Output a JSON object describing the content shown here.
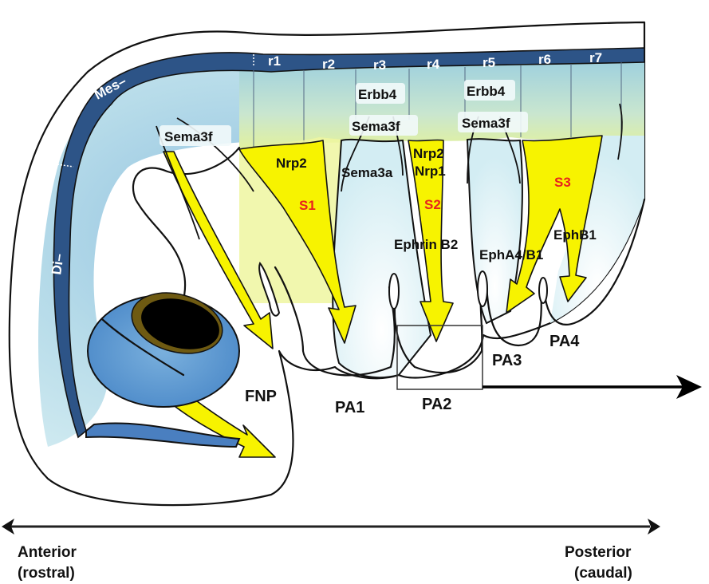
{
  "figure": {
    "type": "embryo-neural-crest-migration-diagram",
    "colors": {
      "tissue_light": "#d9f0f4",
      "tissue_mid": "#a9d3e3",
      "neural_tube": "#2d5487",
      "stream_yellow": "#f7f300",
      "stream_label_red": "#e8231d",
      "eye": "#000000",
      "eye_rim": "#6e5a12"
    },
    "brain_regions": {
      "mesencephalon": "Mes–",
      "diencephalon": "Di–"
    },
    "rhombomeres": [
      "r1",
      "r2",
      "r3",
      "r4",
      "r5",
      "r6",
      "r7"
    ],
    "gene_labels": {
      "sema3f_anterior": "Sema3f",
      "erbb4_r3": "Erbb4",
      "sema3f_r3": "Sema3f",
      "erbb4_r5": "Erbb4",
      "sema3f_r5": "Sema3f",
      "nrp2_s1": "Nrp2",
      "sema3a": "Sema3a",
      "nrp2_s2": "Nrp2",
      "nrp1_s2": "Nrp1",
      "ephrin_b2": "Ephrin B2",
      "epha4_b1": "EphA4/B1",
      "ephb1": "EphB1"
    },
    "streams": [
      "S1",
      "S2",
      "S3"
    ],
    "structures": {
      "fnp": "FNP",
      "pa1": "PA1",
      "pa2": "PA2",
      "pa3": "PA3",
      "pa4": "PA4"
    },
    "axis": {
      "anterior": "Anterior",
      "anterior_sub": "(rostral)",
      "posterior": "Posterior",
      "posterior_sub": "(caudal)"
    }
  }
}
